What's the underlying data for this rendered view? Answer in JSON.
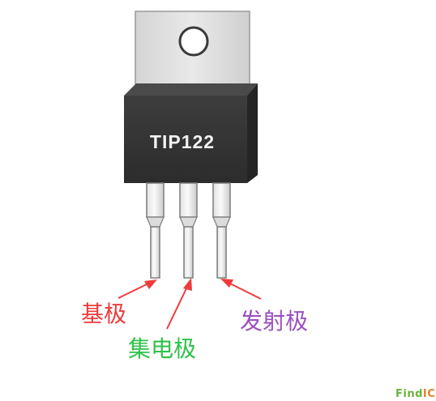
{
  "part_number": "TIP122",
  "pins": {
    "base": {
      "label": "基极",
      "color": "#ef3b3b"
    },
    "collector": {
      "label": "集电极",
      "color": "#2ec24a"
    },
    "emitter": {
      "label": "发射极",
      "color": "#9a4fc0"
    }
  },
  "arrow_color": "#ef3b3b",
  "watermark": {
    "part_a": "Find",
    "part_b": "IC"
  }
}
